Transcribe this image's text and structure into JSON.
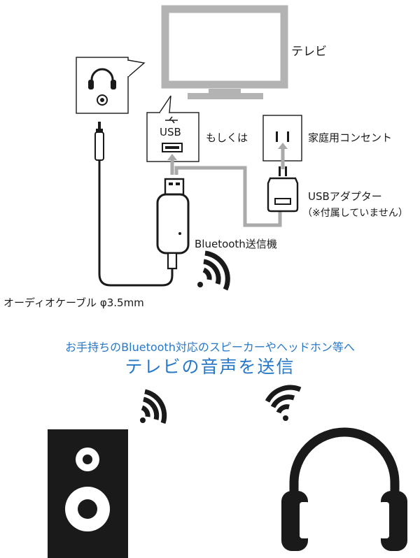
{
  "labels": {
    "tv": "テレビ",
    "usb_port": "USB",
    "or": "もしくは",
    "outlet": "家庭用コンセント",
    "usb_adapter": "USBアダプター",
    "adapter_note": "（※付属していません）",
    "transmitter": "Bluetooth送信機",
    "audio_cable": "オーディオケーブル φ3.5mm"
  },
  "caption": {
    "subtitle": "お手持ちのBluetooth対応のスピーカーやヘッドホン等へ",
    "title": "テレビの音声を送信"
  },
  "icons": [
    "tv-icon",
    "headphone-jack-icon",
    "usb-port-icon",
    "power-outlet-icon",
    "usb-adapter-icon",
    "bluetooth-transmitter-icon",
    "audio-plug-icon",
    "wireless-signal-icon",
    "speaker-icon",
    "headphones-icon"
  ],
  "colors": {
    "accent": "#2878c8",
    "tv_gray": "#b3b3b3",
    "line": "#1a1a1a"
  }
}
